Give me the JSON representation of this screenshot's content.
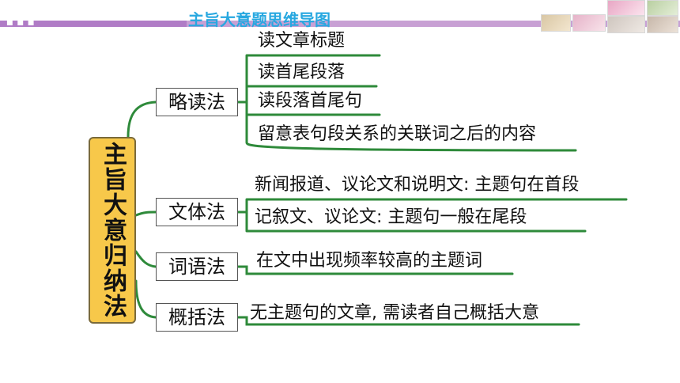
{
  "header": {
    "title": "主旨大意题思维导图",
    "left_dots": "■ ■ ■"
  },
  "colors": {
    "branch_line": "#2e8a3a",
    "underline": "#2e8a3a",
    "center_fill": "#f7c84a",
    "header_band": "#c8a0d4",
    "title": "#28a8e0"
  },
  "center": {
    "label": "主旨大意归纳法"
  },
  "branches": [
    {
      "label": "略读法",
      "leaves": [
        "读文章标题",
        "读首尾段落",
        "读段落首尾句",
        "留意表句段关系的关联词之后的内容"
      ]
    },
    {
      "label": "文体法",
      "leaves": [
        "新闻报道、议论文和说明文: 主题句在首段",
        "记叙文、议论文: 主题句一般在尾段"
      ]
    },
    {
      "label": "词语法",
      "leaves": [
        "在文中出现频率较高的主题词"
      ]
    },
    {
      "label": "概括法",
      "leaves": [
        "无主题句的文章, 需读者自己概括大意"
      ]
    }
  ]
}
